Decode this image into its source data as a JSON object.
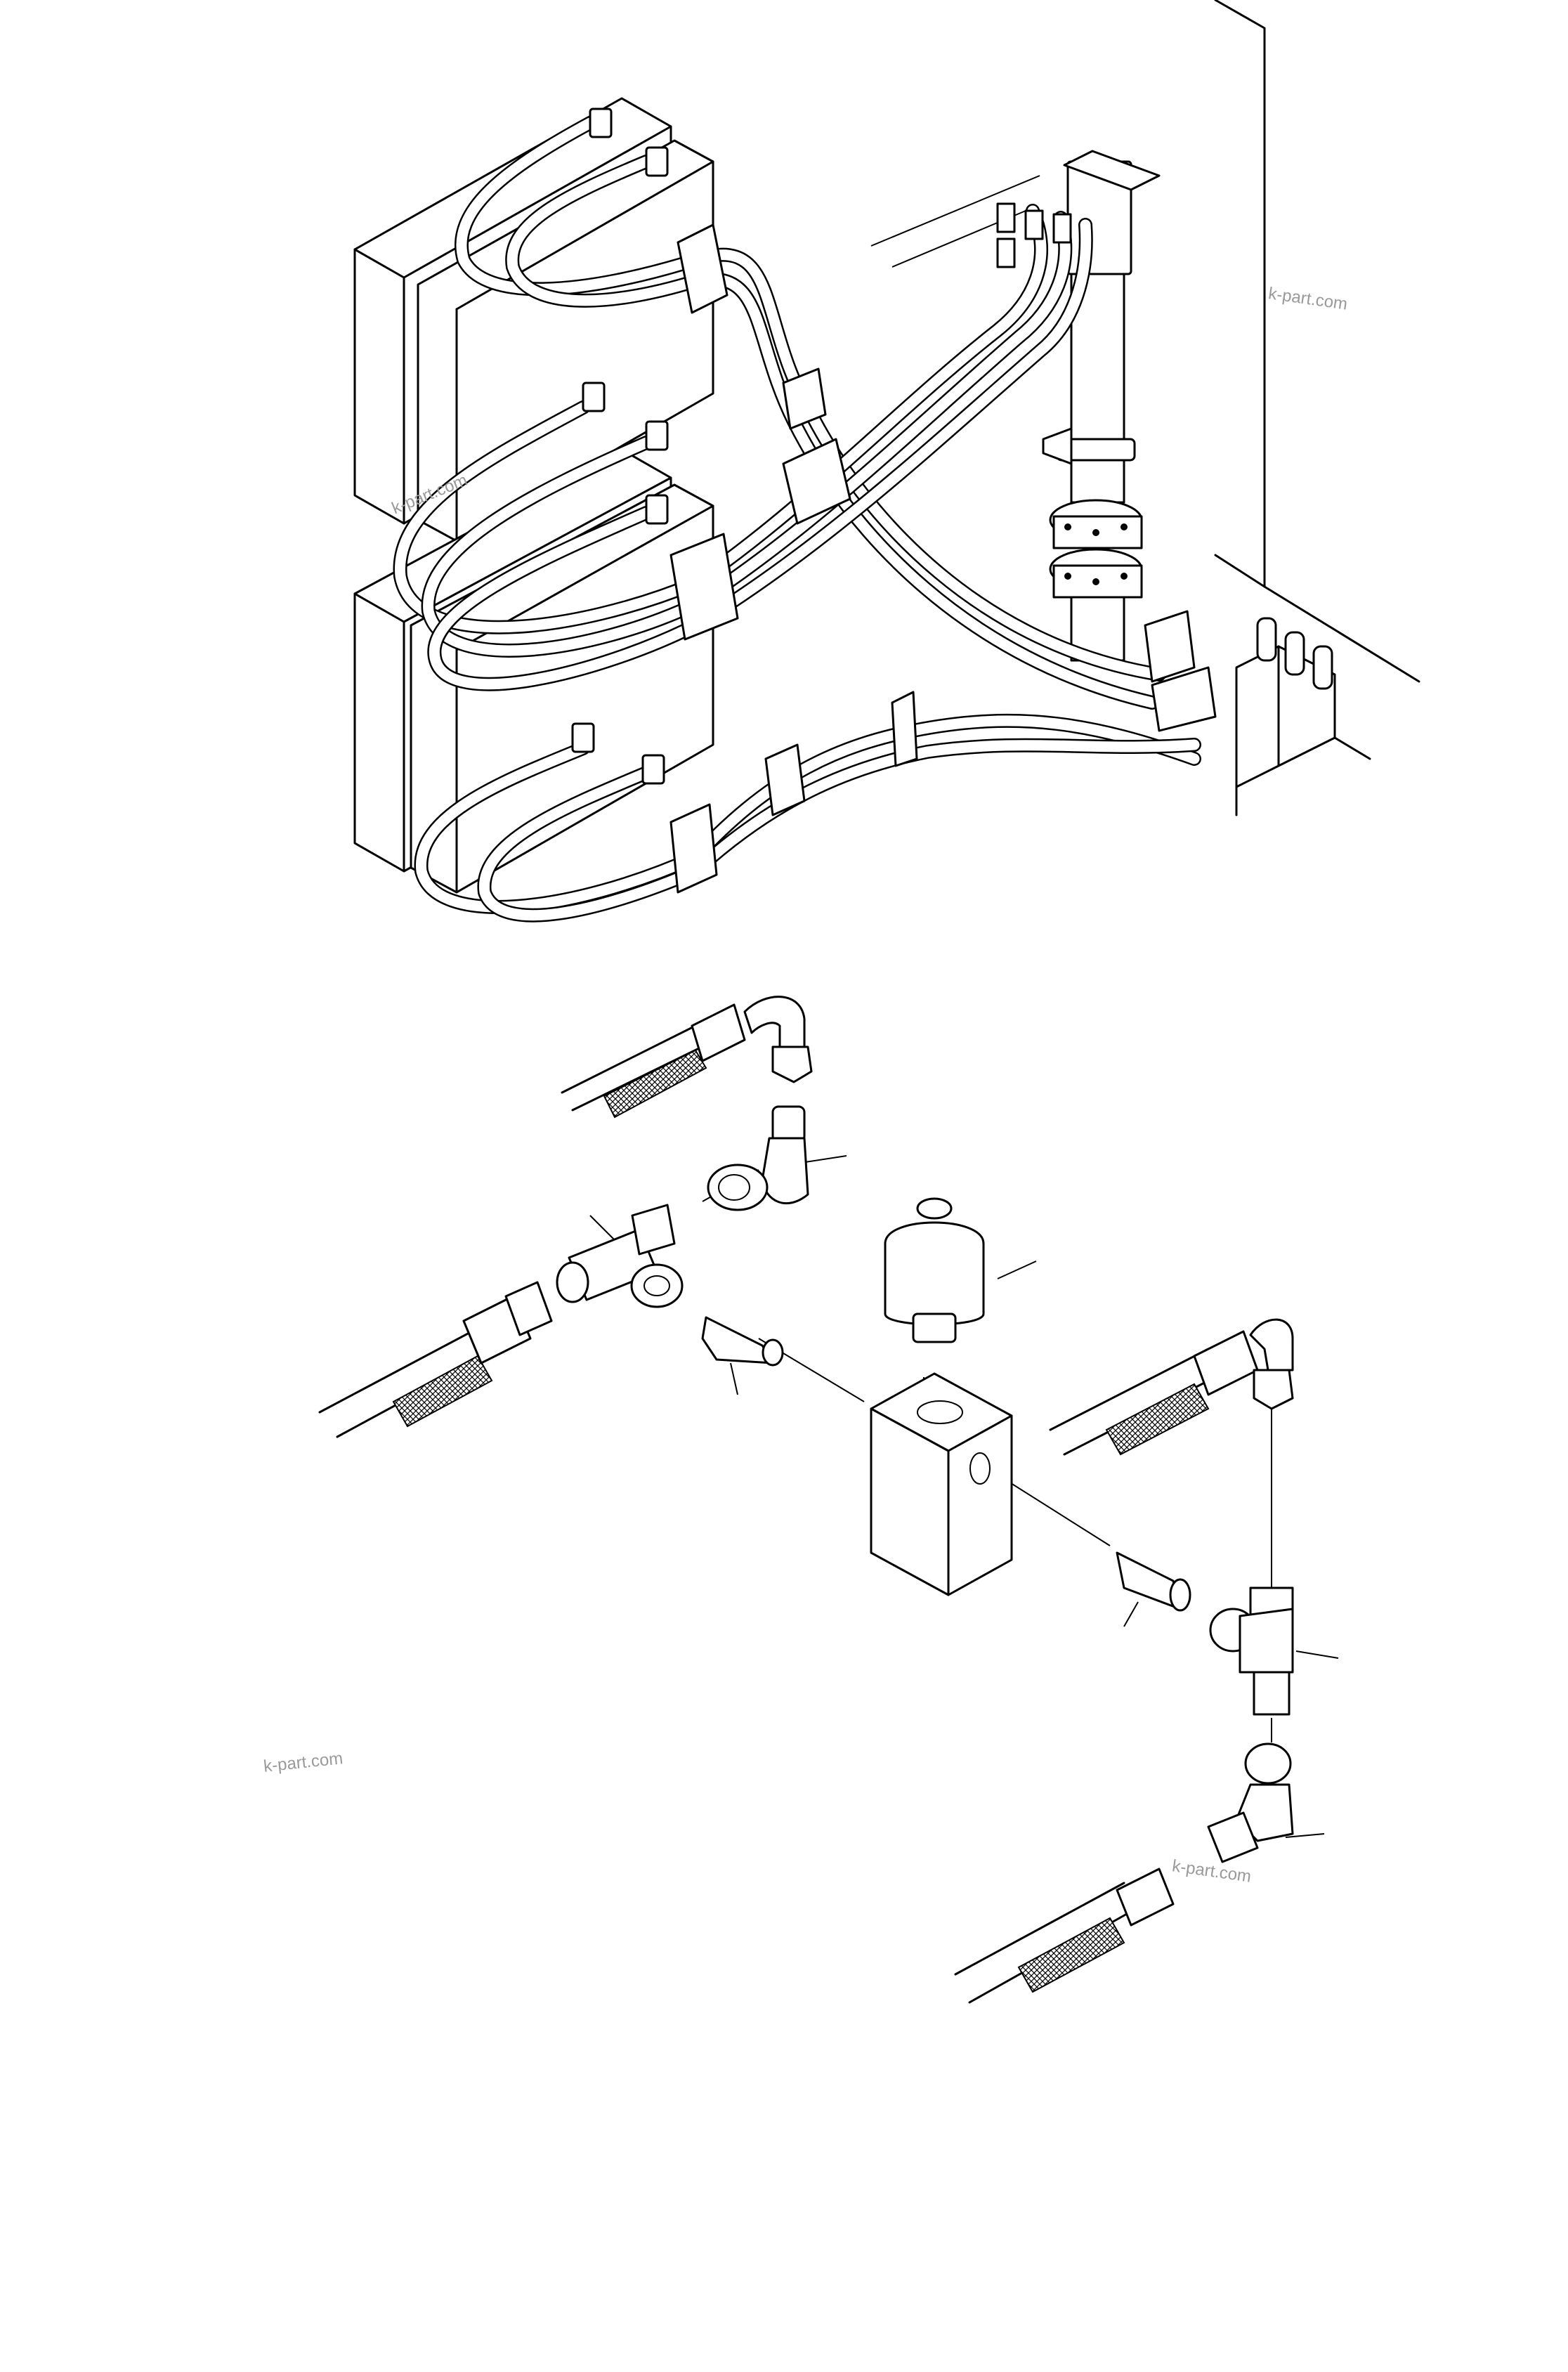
{
  "watermarks": [
    {
      "text": "k-part.com"
    },
    {
      "text": "k-part.com"
    },
    {
      "text": "k-part.com"
    },
    {
      "text": "k-part.com"
    }
  ],
  "colors": {
    "line": "#000000",
    "background": "#ffffff",
    "watermark": "#9a9a9a"
  }
}
